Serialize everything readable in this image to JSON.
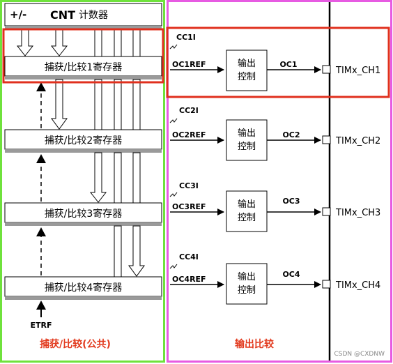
{
  "colors": {
    "green_frame": "#6fe23c",
    "magenta_frame": "#e75be2",
    "red_highlight": "#e0301e",
    "caption": "#e23a1e"
  },
  "counter": {
    "sign": "+/-",
    "label": "CNT",
    "suffix": "计数器"
  },
  "registers": [
    {
      "label": "捕获/比较1寄存器"
    },
    {
      "label": "捕获/比较2寄存器"
    },
    {
      "label": "捕获/比较3寄存器"
    },
    {
      "label": "捕获/比较4寄存器"
    }
  ],
  "etrf": "ETRF",
  "channels": [
    {
      "flag": "CC1I",
      "ref": "OC1REF",
      "box_line1": "输出",
      "box_line2": "控制",
      "out": "OC1",
      "pin": "TIMx_CH1"
    },
    {
      "flag": "CC2I",
      "ref": "OC2REF",
      "box_line1": "输出",
      "box_line2": "控制",
      "out": "OC2",
      "pin": "TIMx_CH2"
    },
    {
      "flag": "CC3I",
      "ref": "OC3REF",
      "box_line1": "输出",
      "box_line2": "控制",
      "out": "OC3",
      "pin": "TIMx_CH3"
    },
    {
      "flag": "CC4I",
      "ref": "OC4REF",
      "box_line1": "输出",
      "box_line2": "控制",
      "out": "OC4",
      "pin": "TIMx_CH4"
    }
  ],
  "captions": {
    "left": "捕获/比较(公共)",
    "right": "输出比较"
  },
  "watermark": "CSDN @CXDNW"
}
